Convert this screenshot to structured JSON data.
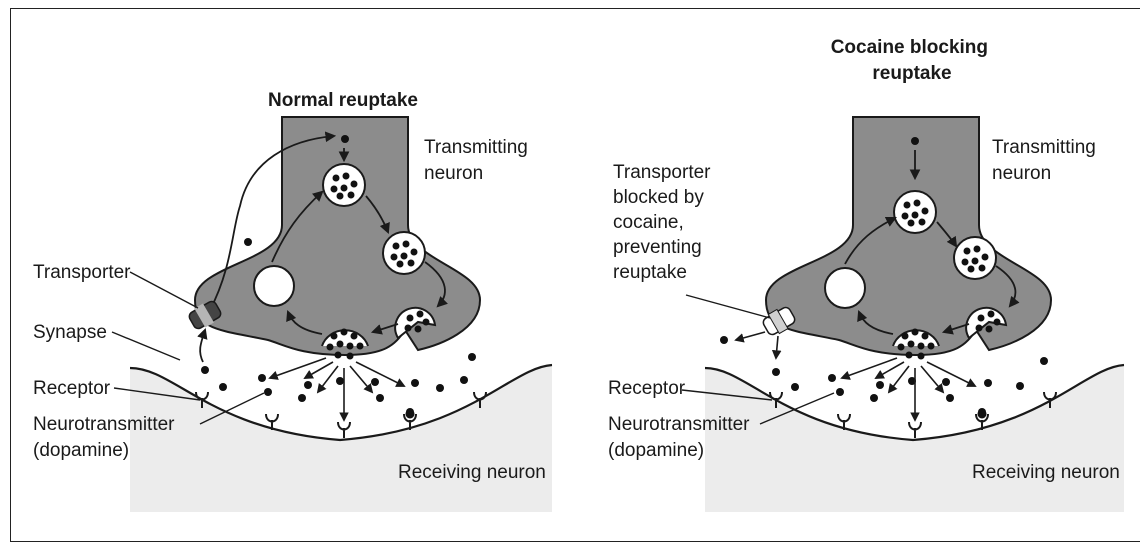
{
  "panels": [
    {
      "title_lines": [
        "Normal reuptake"
      ],
      "labels": {
        "transmitting": [
          "Transmitting",
          "neuron"
        ],
        "transporter": "Transporter",
        "synapse": "Synapse",
        "receptor": "Receptor",
        "neurotransmitter": [
          "Neurotransmitter",
          "(dopamine)"
        ],
        "receiving": "Receiving neuron"
      }
    },
    {
      "title_lines": [
        "Cocaine blocking",
        "reuptake"
      ],
      "labels": {
        "transmitting": [
          "Transmitting",
          "neuron"
        ],
        "transporter_blocked": [
          "Transporter",
          "blocked by",
          "cocaine,",
          "preventing",
          "reuptake"
        ],
        "receptor": "Receptor",
        "neurotransmitter": [
          "Neurotransmitter",
          "(dopamine)"
        ],
        "receiving": "Receiving neuron"
      }
    }
  ],
  "colors": {
    "neuron_fill": "#8c8c8c",
    "receiving_fill": "#ececec",
    "stroke": "#1a1a1a",
    "dot": "#111111"
  }
}
